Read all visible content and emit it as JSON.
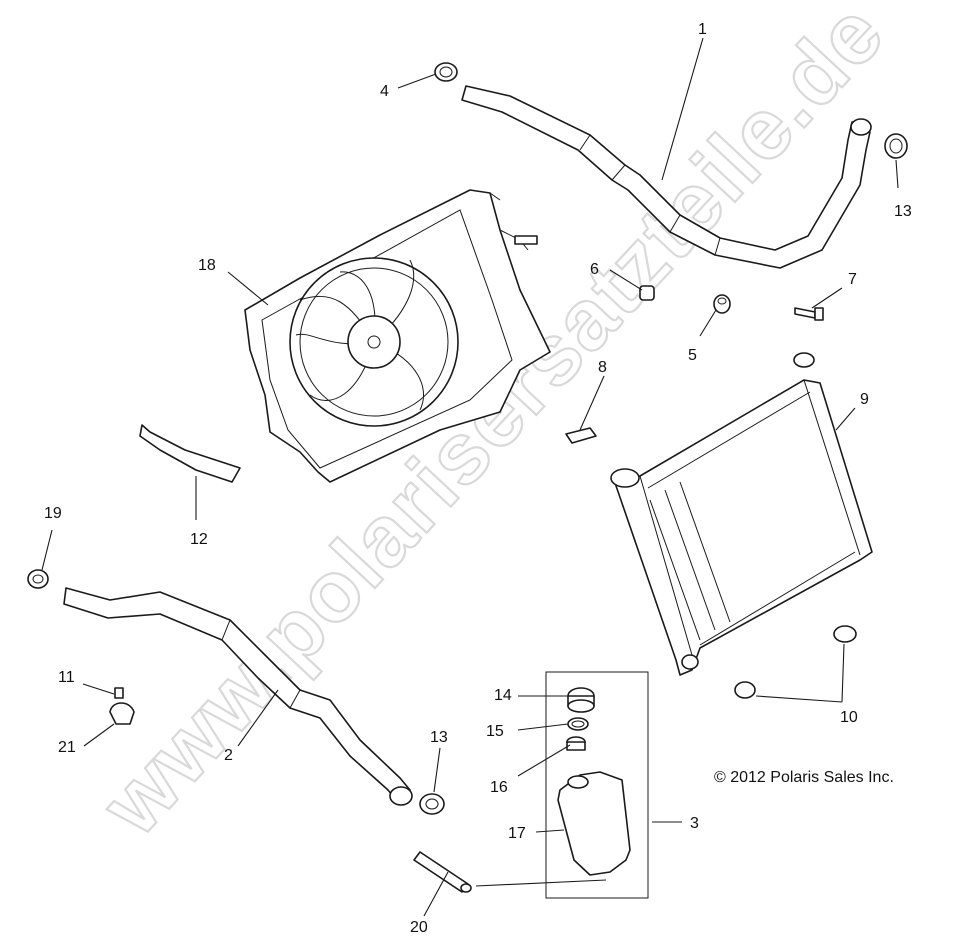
{
  "callouts": [
    {
      "id": "c1",
      "label": "1"
    },
    {
      "id": "c2",
      "label": "2"
    },
    {
      "id": "c3",
      "label": "3"
    },
    {
      "id": "c4",
      "label": "4"
    },
    {
      "id": "c5",
      "label": "5"
    },
    {
      "id": "c6",
      "label": "6"
    },
    {
      "id": "c7",
      "label": "7"
    },
    {
      "id": "c8",
      "label": "8"
    },
    {
      "id": "c9",
      "label": "9"
    },
    {
      "id": "c10",
      "label": "10"
    },
    {
      "id": "c11",
      "label": "11"
    },
    {
      "id": "c12",
      "label": "12"
    },
    {
      "id": "c13a",
      "label": "13"
    },
    {
      "id": "c13b",
      "label": "13"
    },
    {
      "id": "c14",
      "label": "14"
    },
    {
      "id": "c15",
      "label": "15"
    },
    {
      "id": "c16",
      "label": "16"
    },
    {
      "id": "c17",
      "label": "17"
    },
    {
      "id": "c18",
      "label": "18"
    },
    {
      "id": "c19",
      "label": "19"
    },
    {
      "id": "c20",
      "label": "20"
    },
    {
      "id": "c21",
      "label": "21"
    }
  ],
  "copyright": "© 2012 Polaris Sales Inc.",
  "watermark": "www.polarisersatzteile.de",
  "colors": {
    "line": "#1a1a1a",
    "watermark": "#d9d9d9",
    "background": "#ffffff"
  }
}
